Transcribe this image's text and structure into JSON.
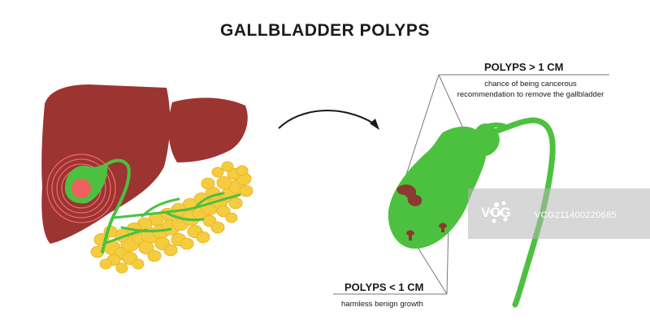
{
  "title": "GALLBLADDER POLYPS",
  "large_polyps": {
    "heading": "POLYPS  > 1 CM",
    "line1": "chance of being cancerous",
    "line2": "recommendation to remove the gallbladder"
  },
  "small_polyps": {
    "heading": "POLYPS  < 1 CM",
    "line1": "harmless benign growth"
  },
  "watermark": {
    "logo": "VCG",
    "id": "VCG211400220685"
  },
  "colors": {
    "liver": "#9c3432",
    "gallbladder": "#4cc13f",
    "pancreas": "#f6cc3f",
    "polyp": "#8a3a2e",
    "highlight": "#f0605e"
  }
}
